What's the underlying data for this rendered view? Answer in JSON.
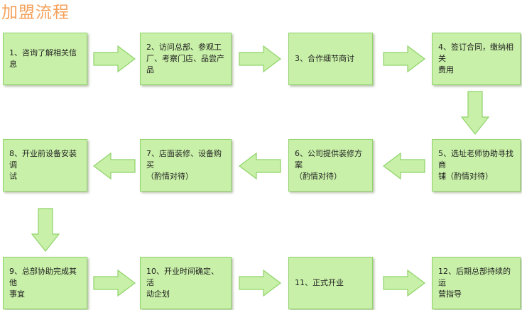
{
  "title": "加盟流程",
  "steps": [
    "1、咨询了解相关信息",
    "2、访问总部、参观工厂、考察门店、品尝产品",
    "3、合作细节商讨",
    "4、签订合同，缴纳相关费用",
    "5、选址老师协助寻找商铺（酌情对待）",
    "6、公司提供装修方案（酌情对待）",
    "7、店面装修、设备购买（酌情对待）",
    "8、开业前设备安装调试",
    "9、总部协助完成其他事宜",
    "10、开业时间确定、活动企划",
    "11、正式开业",
    "12、后期总部持续的运营指导"
  ],
  "display": {
    "s2": "2、访问总部、参观工\n厂、考察门店、品尝产品",
    "s4": "4、签订合同，缴纳相关\n费用",
    "s5": "5、选址老师协助寻找商\n铺（酌情对待）",
    "s6": "6、公司提供装修方案\n（酌情对待）",
    "s7": "7、店面装修、设备购买\n（酌情对待）",
    "s8": "8、开业前设备安装调\n试",
    "s9": "9、总部协助完成其他\n事宜",
    "s10": "10、开业时间确定、活\n动企划",
    "s12": "12、后期总部持续的运\n营指导"
  },
  "colors": {
    "box_fill": "#c8f0a8",
    "box_border": "#8fd36a",
    "arrow_fill": "#c8f0a8",
    "arrow_border": "#8fd36a",
    "title": "#f5a15a"
  }
}
